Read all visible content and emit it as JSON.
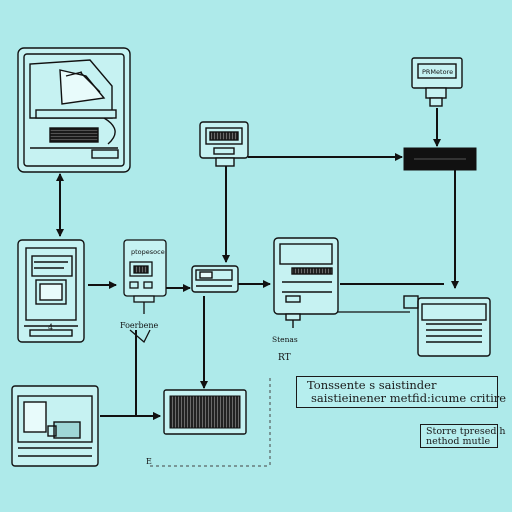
{
  "device_labels": {
    "top_right_monitor": "PRMetore",
    "mid_left_device": "ptopesoce",
    "mid_left_caption": "Foerbene",
    "small_module_caption": "Stenas",
    "small_module_code": "RT",
    "left_panel_mark": "4"
  },
  "description_box": {
    "line1": "Tonssente s saistinder",
    "line2": "saistieinener metfid:icume critire"
  },
  "note_box": {
    "line1": "Storre tpresed h",
    "line2": "nethod mutle"
  },
  "bottom_mark": "E",
  "colors": {
    "background": "#aeeaea",
    "line": "#111111",
    "device_fill": "#c6f2f2"
  }
}
